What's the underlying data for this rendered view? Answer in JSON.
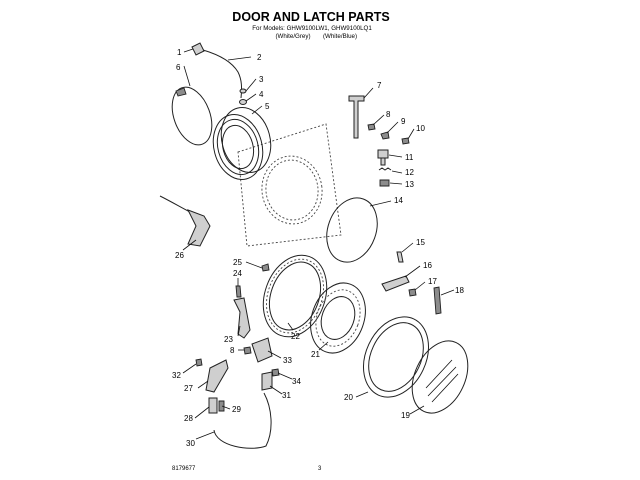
{
  "header": {
    "title": "DOOR AND LATCH PARTS",
    "models_line": "For Models: GHW9100LW1, GHW9100LQ1",
    "color_white_grey": "(White/Grey)",
    "color_white_blue": "(White/Blue)"
  },
  "footer": {
    "doc_number": "8179677",
    "page_number": "3"
  },
  "callouts": [
    {
      "id": "c1",
      "label": "1"
    },
    {
      "id": "c2",
      "label": "2"
    },
    {
      "id": "c3",
      "label": "3"
    },
    {
      "id": "c4",
      "label": "4"
    },
    {
      "id": "c5",
      "label": "5"
    },
    {
      "id": "c6",
      "label": "6"
    },
    {
      "id": "c7",
      "label": "7"
    },
    {
      "id": "c8a",
      "label": "8"
    },
    {
      "id": "c9",
      "label": "9"
    },
    {
      "id": "c10",
      "label": "10"
    },
    {
      "id": "c11",
      "label": "11"
    },
    {
      "id": "c12",
      "label": "12"
    },
    {
      "id": "c13",
      "label": "13"
    },
    {
      "id": "c14",
      "label": "14"
    },
    {
      "id": "c15",
      "label": "15"
    },
    {
      "id": "c16",
      "label": "16"
    },
    {
      "id": "c17",
      "label": "17"
    },
    {
      "id": "c18",
      "label": "18"
    },
    {
      "id": "c19",
      "label": "19"
    },
    {
      "id": "c20",
      "label": "20"
    },
    {
      "id": "c21",
      "label": "21"
    },
    {
      "id": "c22",
      "label": "22"
    },
    {
      "id": "c23",
      "label": "23"
    },
    {
      "id": "c24",
      "label": "24"
    },
    {
      "id": "c25",
      "label": "25"
    },
    {
      "id": "c26",
      "label": "26"
    },
    {
      "id": "c8b",
      "label": "8"
    },
    {
      "id": "c27",
      "label": "27"
    },
    {
      "id": "c28",
      "label": "28"
    },
    {
      "id": "c29",
      "label": "29"
    },
    {
      "id": "c30",
      "label": "30"
    },
    {
      "id": "c31",
      "label": "31"
    },
    {
      "id": "c32",
      "label": "32"
    },
    {
      "id": "c33",
      "label": "33"
    },
    {
      "id": "c34",
      "label": "34"
    }
  ]
}
